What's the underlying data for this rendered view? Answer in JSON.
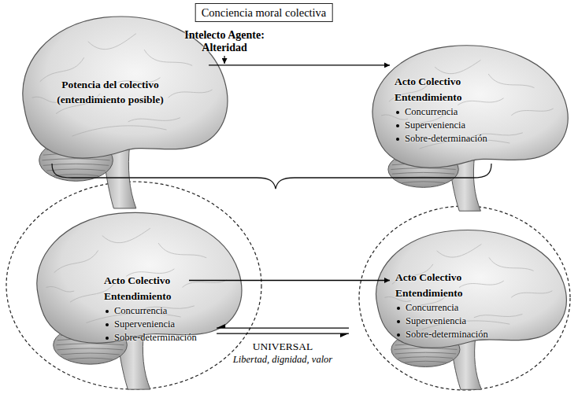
{
  "diagram": {
    "title": "Conciencia moral colectiva",
    "nodes": [
      {
        "text": [
          "Potencia del colectivo (entendimiento posible)"
        ]
      },
      {
        "text": [
          "Acto Colectivo",
          "Entendimiento",
          "Concurrencia",
          "Superveniencia",
          "Sobre-determinación"
        ]
      },
      {
        "text": [
          "Acto Colectivo",
          "Entendimiento",
          "Concurrencia",
          "Superveniencia",
          "Sobre-determinación"
        ]
      },
      {
        "text": [
          "Acto Colectivo",
          "Entendimiento",
          "Concurrencia",
          "Superveniencia",
          "Sobre-determinación"
        ]
      }
    ],
    "edges": [
      {
        "from": 0,
        "to": 1,
        "arrow": "to",
        "label": "Intelecto Agente: Alteridad"
      },
      {
        "from": 2,
        "to": 3,
        "arrow": "to"
      },
      {
        "from": 2,
        "to": 3,
        "arrow": "both",
        "label": "UNIVERSAL"
      }
    ],
    "labels": [
      "Libertad, dignidad, valor"
    ]
  }
}
